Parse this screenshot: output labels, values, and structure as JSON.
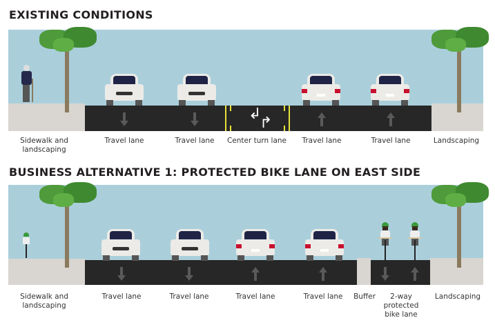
{
  "sections": [
    {
      "title": "EXISTING CONDITIONS",
      "labels": {
        "sidewalk": [
          "Sidewalk and",
          "landscaping"
        ],
        "travel1": "Travel lane",
        "travel2": "Travel lane",
        "center": "Center turn lane",
        "travel3": "Travel lane",
        "travel4": "Travel lane",
        "landscaping": "Landscaping"
      }
    },
    {
      "title": "BUSINESS ALTERNATIVE 1: PROTECTED BIKE LANE ON EAST SIDE",
      "labels": {
        "sidewalk": [
          "Sidewalk and",
          "landscaping"
        ],
        "travel1": "Travel lane",
        "travel2": "Travel lane",
        "travel3": "Travel lane",
        "travel4": "Travel lane",
        "buffer": "Buffer",
        "bike": [
          "2-way",
          "protected",
          "bike lane"
        ],
        "landscaping": "Landscaping"
      }
    }
  ],
  "colors": {
    "sky": "#aacfdb",
    "road": "#272727",
    "sidewalk": "#d9d5d0",
    "centerline": "#e8e23a"
  }
}
